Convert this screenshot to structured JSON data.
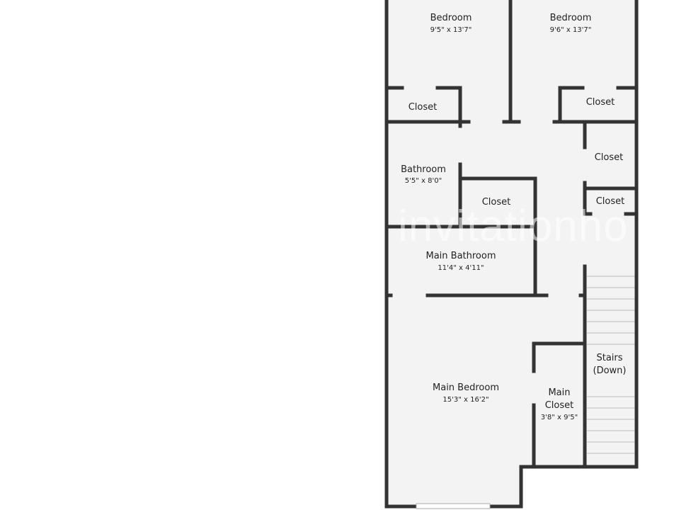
{
  "colors": {
    "floor": "#f3f3f3",
    "wall": "#333333",
    "background": "#ffffff",
    "text": "#222222"
  },
  "watermark": "invitationho",
  "rooms": {
    "bedroom_1": {
      "name": "Bedroom",
      "dims": "9'5\" x 13'7\""
    },
    "bedroom_2": {
      "name": "Bedroom",
      "dims": "9'6\" x 13'7\""
    },
    "closet_1": {
      "name": "Closet"
    },
    "closet_2": {
      "name": "Closet"
    },
    "bathroom": {
      "name": "Bathroom",
      "dims": "5'5\" x 8'0\""
    },
    "closet_3": {
      "name": "Closet"
    },
    "closet_4": {
      "name": "Closet"
    },
    "closet_5": {
      "name": "Closet"
    },
    "main_bathroom": {
      "name": "Main Bathroom",
      "dims": "11'4\" x 4'11\""
    },
    "main_bedroom": {
      "name": "Main Bedroom",
      "dims": "15'3\" x 16'2\""
    },
    "main_closet": {
      "name_line1": "Main",
      "name_line2": "Closet",
      "dims": "3'8\" x 9'5\""
    },
    "stairs": {
      "name_line1": "Stairs",
      "name_line2": "(Down)"
    }
  }
}
